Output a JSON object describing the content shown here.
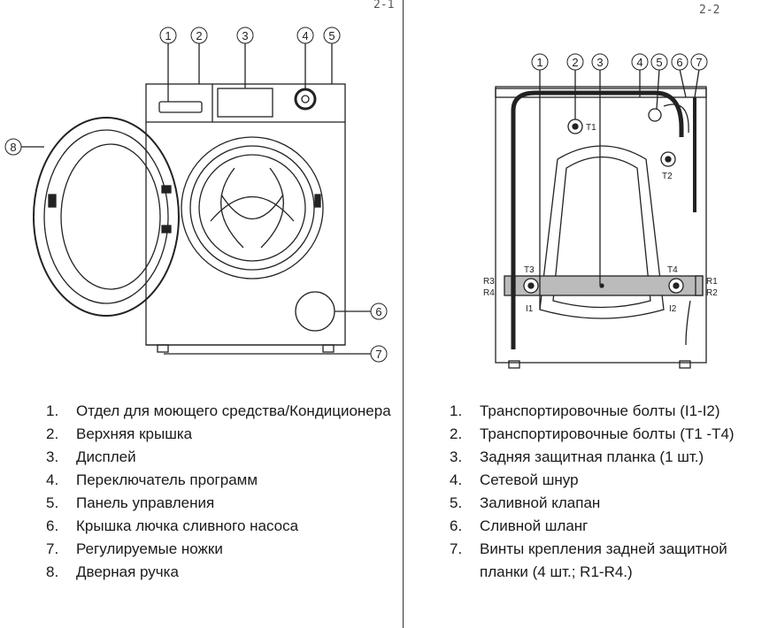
{
  "figures": {
    "left": {
      "label": "2-1",
      "callouts": [
        "1",
        "2",
        "3",
        "4",
        "5",
        "6",
        "7",
        "8"
      ],
      "legend": [
        {
          "num": "1.",
          "text": "Отдел для моющего средства/Кондиционера"
        },
        {
          "num": "2.",
          "text": "Верхняя крышка"
        },
        {
          "num": "3.",
          "text": "Дисплей"
        },
        {
          "num": "4.",
          "text": "Переключатель программ"
        },
        {
          "num": "5.",
          "text": "Панель управления"
        },
        {
          "num": "6.",
          "text": "Крышка лючка сливного насоса"
        },
        {
          "num": "7.",
          "text": "Регулируемые ножки"
        },
        {
          "num": "8.",
          "text": "Дверная ручка"
        }
      ]
    },
    "right": {
      "label": "2-2",
      "callouts": [
        "1",
        "2",
        "3",
        "4",
        "5",
        "6",
        "7"
      ],
      "part_labels": {
        "t1": "T1",
        "t2": "T2",
        "t3": "T3",
        "t4": "T4",
        "i1": "I1",
        "i2": "I2",
        "r1": "R1",
        "r2": "R2",
        "r3": "R3",
        "r4": "R4"
      },
      "legend": [
        {
          "num": "1.",
          "text": "Транспортировочные болты (I1-I2)"
        },
        {
          "num": "2.",
          "text": "Транспортировочные болты (T1 -T4)"
        },
        {
          "num": "3.",
          "text": "Задняя защитная планка (1 шт.)"
        },
        {
          "num": "4.",
          "text": "Сетевой шнур"
        },
        {
          "num": "5.",
          "text": "Заливной клапан"
        },
        {
          "num": "6.",
          "text": "Сливной шланг"
        },
        {
          "num": "7.",
          "text": "Винты крепления задней защитной планки (4 шт.; R1-R4.)"
        }
      ]
    }
  }
}
